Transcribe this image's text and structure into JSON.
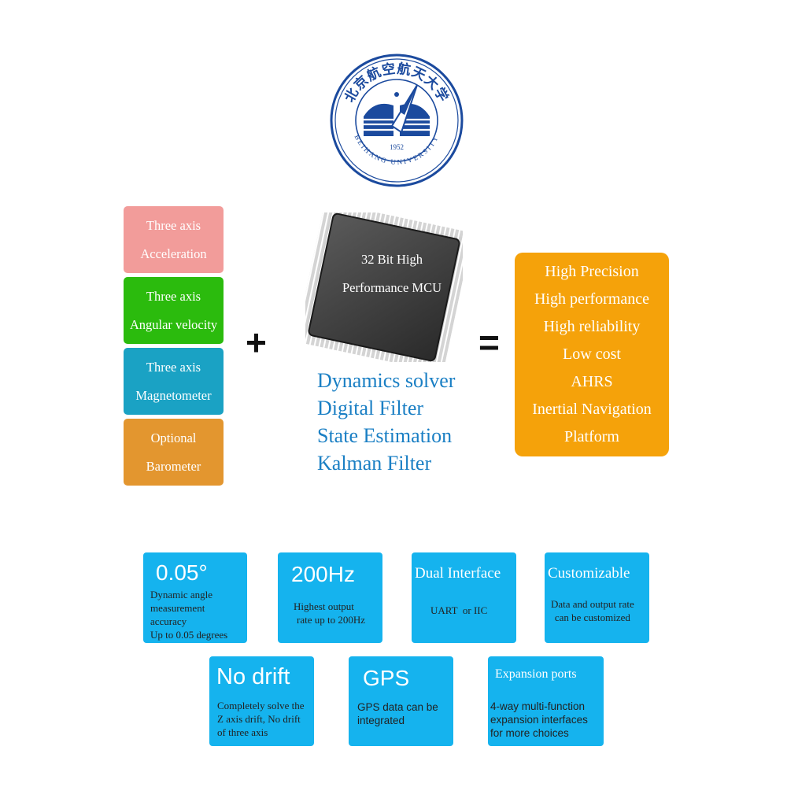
{
  "logo": {
    "chinese_name": "北京航空航天大学",
    "english_name": "BEIHANG UNIVERSITY",
    "year": "1952"
  },
  "sensors": [
    {
      "line1": "Three axis",
      "line2": "Acceleration",
      "color": "#f29c9a"
    },
    {
      "line1": "Three axis",
      "line2": "Angular velocity",
      "color": "#2bbb0d"
    },
    {
      "line1": "Three axis",
      "line2": "Magnetometer",
      "color": "#1aa2c4"
    },
    {
      "line1": "Optional",
      "line2": "Barometer",
      "color": "#e3962f"
    }
  ],
  "operators": {
    "plus": "+",
    "equals": "="
  },
  "chip": {
    "line1": "32 Bit High",
    "line2": "Performance MCU"
  },
  "algorithms": [
    "Dynamics solver",
    "Digital Filter",
    "State Estimation",
    "Kalman Filter"
  ],
  "results": [
    "High Precision",
    "High performance",
    "High reliability",
    "Low cost",
    "AHRS",
    "Inertial Navigation",
    "Platform"
  ],
  "features": {
    "accuracy": {
      "title": "0.05°",
      "desc": [
        "Dynamic angle",
        "measurement",
        "accuracy",
        "Up to 0.05 degrees"
      ]
    },
    "rate": {
      "title": "200Hz",
      "desc": [
        "Highest output",
        "rate up to 200Hz"
      ]
    },
    "interface": {
      "title": "Dual Interface",
      "desc": [
        "UART  or IIC"
      ]
    },
    "custom": {
      "title": "Customizable",
      "desc": [
        "Data and output rate",
        "can be customized"
      ]
    },
    "drift": {
      "title": "No drift",
      "desc": [
        "Completely solve the",
        "Z axis drift, No drift",
        "of three axis"
      ]
    },
    "gps": {
      "title": "GPS",
      "desc": [
        "GPS data can be",
        "integrated"
      ]
    },
    "expansion": {
      "title": "Expansion ports",
      "desc": [
        "4-way multi-function",
        "expansion interfaces",
        "for more choices"
      ]
    }
  },
  "colors": {
    "tile": "#15b3ee",
    "result": "#f5a20a",
    "algo_text": "#1a7fc4",
    "logo_blue": "#1b4a9e"
  }
}
